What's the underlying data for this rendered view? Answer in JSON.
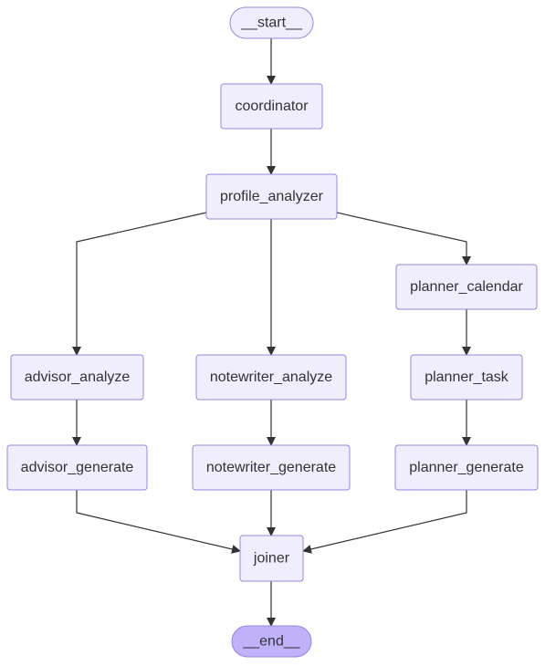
{
  "graph": {
    "nodes": [
      {
        "id": "start",
        "label": "__start__",
        "kind": "terminal"
      },
      {
        "id": "coordinator",
        "label": "coordinator",
        "kind": "process"
      },
      {
        "id": "profile_analyzer",
        "label": "profile_analyzer",
        "kind": "process"
      },
      {
        "id": "planner_calendar",
        "label": "planner_calendar",
        "kind": "process"
      },
      {
        "id": "advisor_analyze",
        "label": "advisor_analyze",
        "kind": "process"
      },
      {
        "id": "notewriter_analyze",
        "label": "notewriter_analyze",
        "kind": "process"
      },
      {
        "id": "planner_task",
        "label": "planner_task",
        "kind": "process"
      },
      {
        "id": "advisor_generate",
        "label": "advisor_generate",
        "kind": "process"
      },
      {
        "id": "notewriter_generate",
        "label": "notewriter_generate",
        "kind": "process"
      },
      {
        "id": "planner_generate",
        "label": "planner_generate",
        "kind": "process"
      },
      {
        "id": "joiner",
        "label": "joiner",
        "kind": "process"
      },
      {
        "id": "end",
        "label": "__end__",
        "kind": "terminal-end"
      }
    ],
    "edges": [
      {
        "from": "start",
        "to": "coordinator"
      },
      {
        "from": "coordinator",
        "to": "profile_analyzer"
      },
      {
        "from": "profile_analyzer",
        "to": "advisor_analyze"
      },
      {
        "from": "profile_analyzer",
        "to": "notewriter_analyze"
      },
      {
        "from": "profile_analyzer",
        "to": "planner_calendar"
      },
      {
        "from": "planner_calendar",
        "to": "planner_task"
      },
      {
        "from": "advisor_analyze",
        "to": "advisor_generate"
      },
      {
        "from": "notewriter_analyze",
        "to": "notewriter_generate"
      },
      {
        "from": "planner_task",
        "to": "planner_generate"
      },
      {
        "from": "advisor_generate",
        "to": "joiner"
      },
      {
        "from": "notewriter_generate",
        "to": "joiner"
      },
      {
        "from": "planner_generate",
        "to": "joiner"
      },
      {
        "from": "joiner",
        "to": "end"
      }
    ],
    "colors": {
      "node_fill": "#f0edfc",
      "node_stroke": "#9b84e0",
      "end_fill": "#bfb1fa",
      "edge": "#333333",
      "text": "#333333"
    }
  }
}
